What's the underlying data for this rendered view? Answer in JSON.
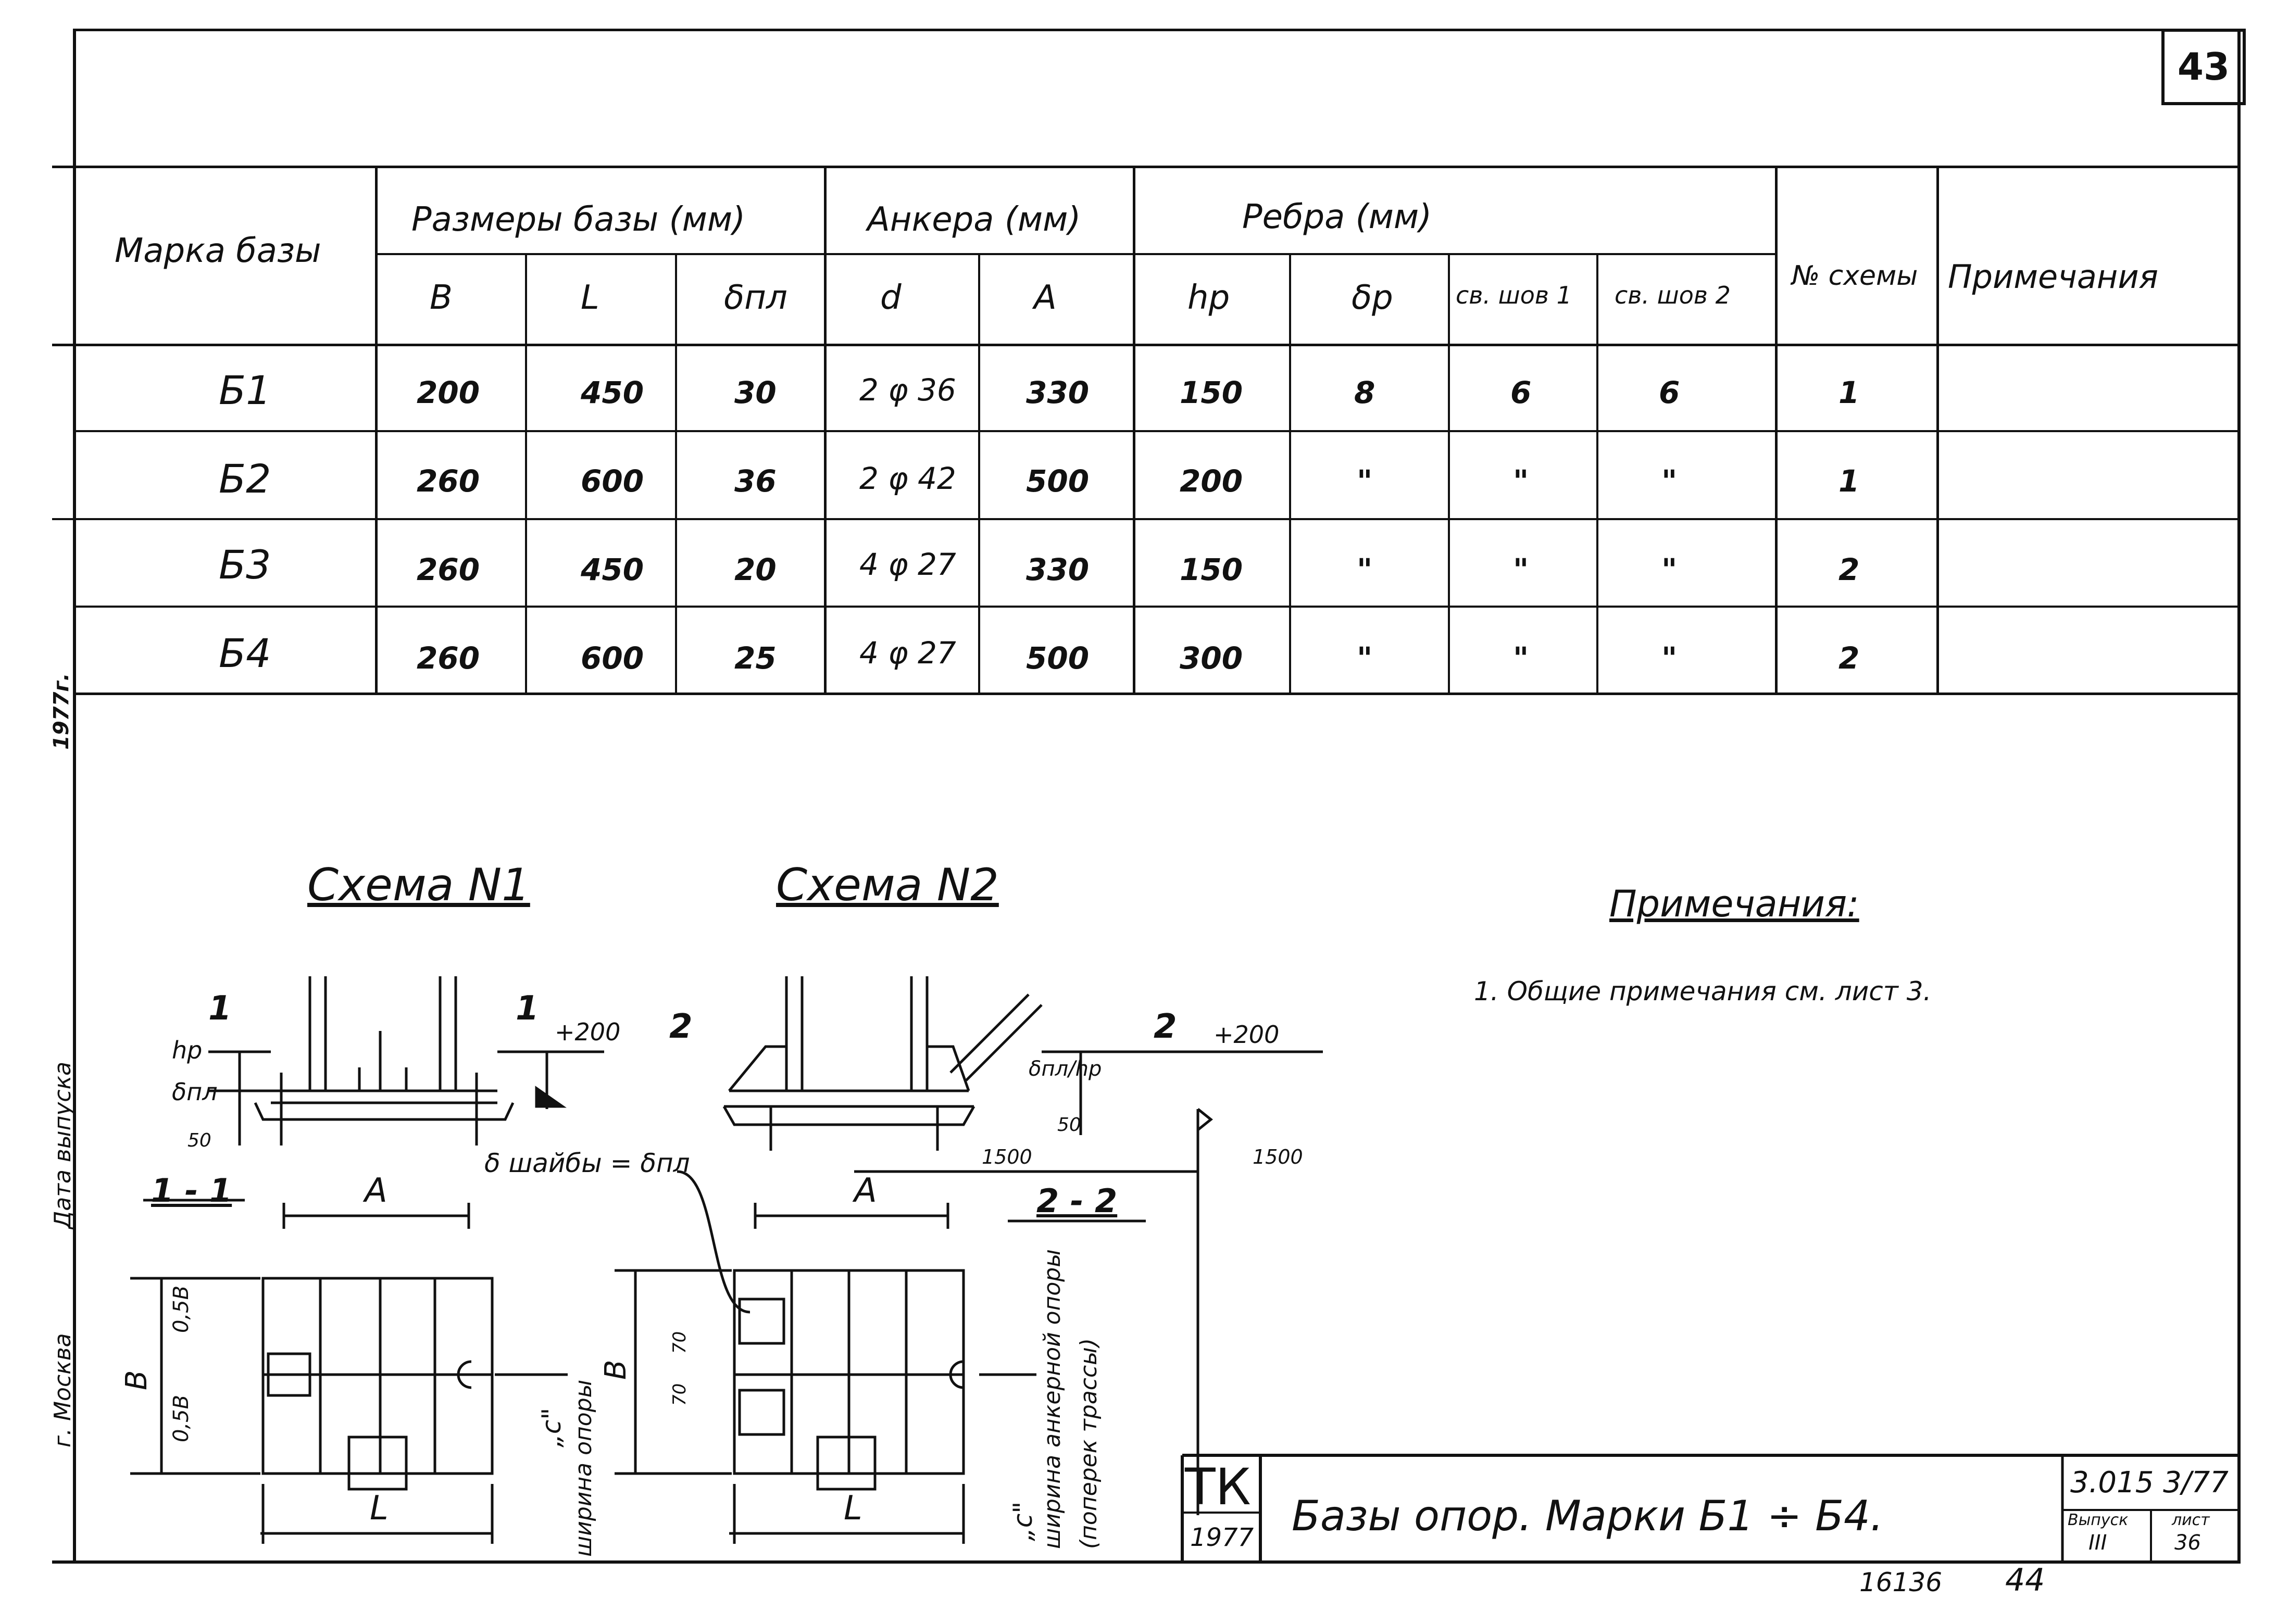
{
  "sheet_corner": "43",
  "table": {
    "headers": {
      "mark": "Марка базы",
      "group_base": "Размеры базы (мм)",
      "group_anchor": "Анкера (мм)",
      "group_rib": "Ребра (мм)",
      "scheme_no": "№ схемы",
      "notes": "Примечания",
      "cols": [
        "В",
        "L",
        "δпл",
        "d",
        "A",
        "hр",
        "δр",
        "св. шов 1",
        "св. шов 2"
      ]
    },
    "rows": [
      {
        "mark": "Б1",
        "B": "200",
        "L": "450",
        "dpl": "30",
        "d": "2 φ 36",
        "A": "330",
        "hp": "150",
        "dp": "8",
        "s1": "6",
        "s2": "6",
        "scheme": "1"
      },
      {
        "mark": "Б2",
        "B": "260",
        "L": "600",
        "dpl": "36",
        "d": "2 φ 42",
        "A": "500",
        "hp": "200",
        "dp": "\"",
        "s1": "\"",
        "s2": "\"",
        "scheme": "1"
      },
      {
        "mark": "Б3",
        "B": "260",
        "L": "450",
        "dpl": "20",
        "d": "4 φ 27",
        "A": "330",
        "hp": "150",
        "dp": "\"",
        "s1": "\"",
        "s2": "\"",
        "scheme": "2"
      },
      {
        "mark": "Б4",
        "B": "260",
        "L": "600",
        "dpl": "25",
        "d": "4 φ 27",
        "A": "500",
        "hp": "300",
        "dp": "\"",
        "s1": "\"",
        "s2": "\"",
        "scheme": "2"
      }
    ]
  },
  "schemes": {
    "scheme1_title": "Схема N1",
    "scheme2_title": "Схема N2",
    "section1": "1 - 1",
    "section2": "2 - 2",
    "washer_note": "δ шайбы = δпл",
    "labels": {
      "one": "1",
      "two": "2",
      "elev200": "+200",
      "d1500": "1500",
      "dim50": "50",
      "dimA": "A",
      "dimB": "В",
      "dimL": "L",
      "half1": "0,5В",
      "half2": "0,5В",
      "d70": "70",
      "c_label": "„c\"",
      "hp": "hр",
      "dpl": "δпл",
      "dpl_hp": "δпл/hр"
    },
    "vertical_texts": {
      "support_width": "ширина опоры",
      "anchor_width": "ширина анкерной опоры",
      "across_route": "(поперек трассы)"
    }
  },
  "notes_block": {
    "heading": "Примечания:",
    "items": [
      "1. Общие примечания см. лист 3."
    ]
  },
  "left_margin": {
    "year": "1977г.",
    "release_date": "Дата выпуска",
    "city": "г. Москва"
  },
  "title_block": {
    "org": "ТК",
    "year": "1977",
    "title": "Базы опор. Марки Б1 ÷ Б4.",
    "doc_no": "3.015 3/77",
    "issue_label": "Выпуск",
    "issue_value": "III",
    "sheet_label": "лист",
    "sheet_value": "36"
  },
  "footer": {
    "archive_no": "16136",
    "page": "44"
  }
}
